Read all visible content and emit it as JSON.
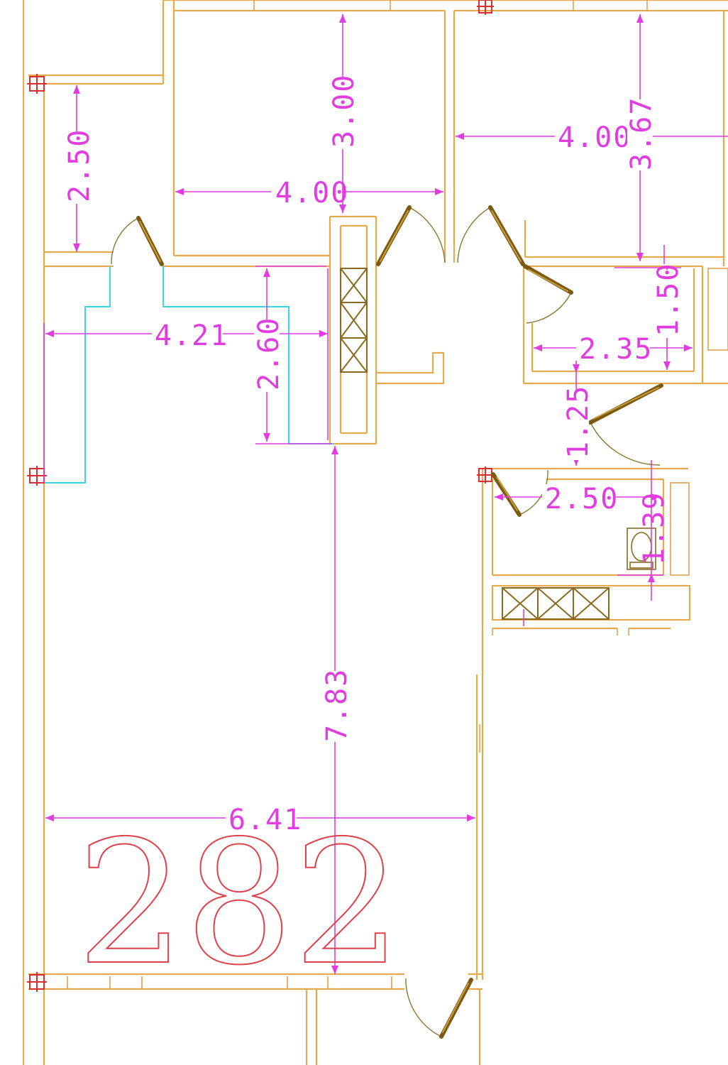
{
  "drawing": {
    "unit_number": "282",
    "dimensions": {
      "d_250_left": "2.50",
      "d_300": "3.00",
      "d_400_a": "4.00",
      "d_400_b": "4.00",
      "d_367": "3.67",
      "d_421": "4.21",
      "d_260": "2.60",
      "d_150": "1.50",
      "d_235": "2.35",
      "d_125": "1.25",
      "d_250_bath": "2.50",
      "d_139": "1.39",
      "d_783": "7.83",
      "d_641": "6.41"
    }
  },
  "colors": {
    "wall": "#e8a94a",
    "dimension": "#e03ce0",
    "kitchen_outline": "#38d6e6",
    "unit_number": "#e0404a",
    "door": "#7a5a10"
  }
}
